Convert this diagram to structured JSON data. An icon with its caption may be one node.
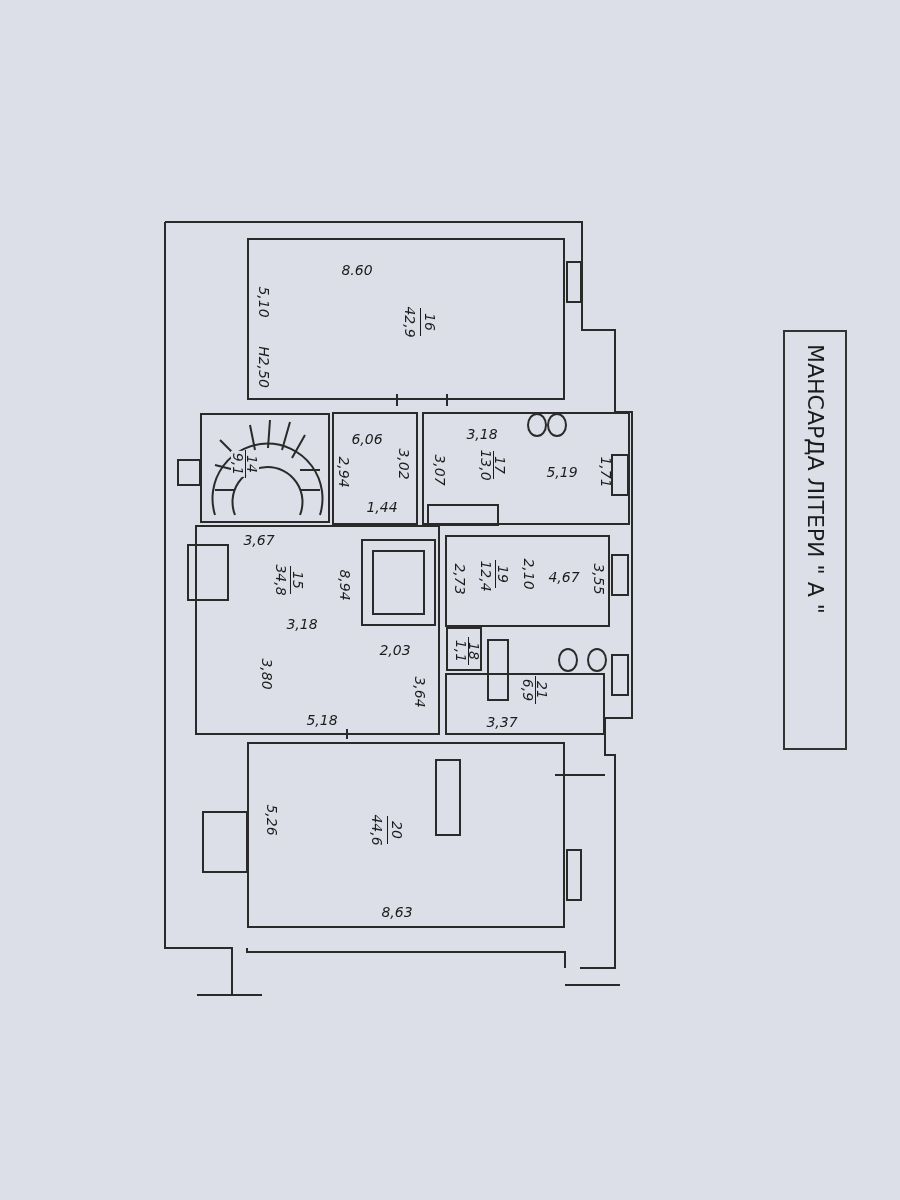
{
  "diagram": {
    "title": "МАНСАРДА ЛІТЕРИ \" А \"",
    "nodes": [
      {
        "text": [
          "16",
          "42,9",
          "8.60",
          "5,10",
          "Н2,50"
        ]
      },
      {
        "text": [
          "14",
          "9,1"
        ]
      },
      {
        "text": [
          "6,06",
          "3,02",
          "2,94",
          "1,44"
        ]
      },
      {
        "text": [
          "3,18",
          "17",
          "13,0",
          "3,07",
          "5,19",
          "1,71"
        ]
      },
      {
        "text": [
          "3,67",
          "15",
          "34,8",
          "8,94",
          "3,18",
          "3,80",
          "2,03",
          "3,64",
          "5,18"
        ]
      },
      {
        "text": [
          "2,10",
          "19",
          "12,4",
          "2,73",
          "4,67",
          "3,55"
        ]
      },
      {
        "text": [
          "18",
          "1,1"
        ]
      },
      {
        "text": [
          "21",
          "6,9",
          "3,37"
        ]
      },
      {
        "text": [
          "5,26",
          "20",
          "44,6",
          "8,63"
        ]
      }
    ],
    "edges": []
  }
}
